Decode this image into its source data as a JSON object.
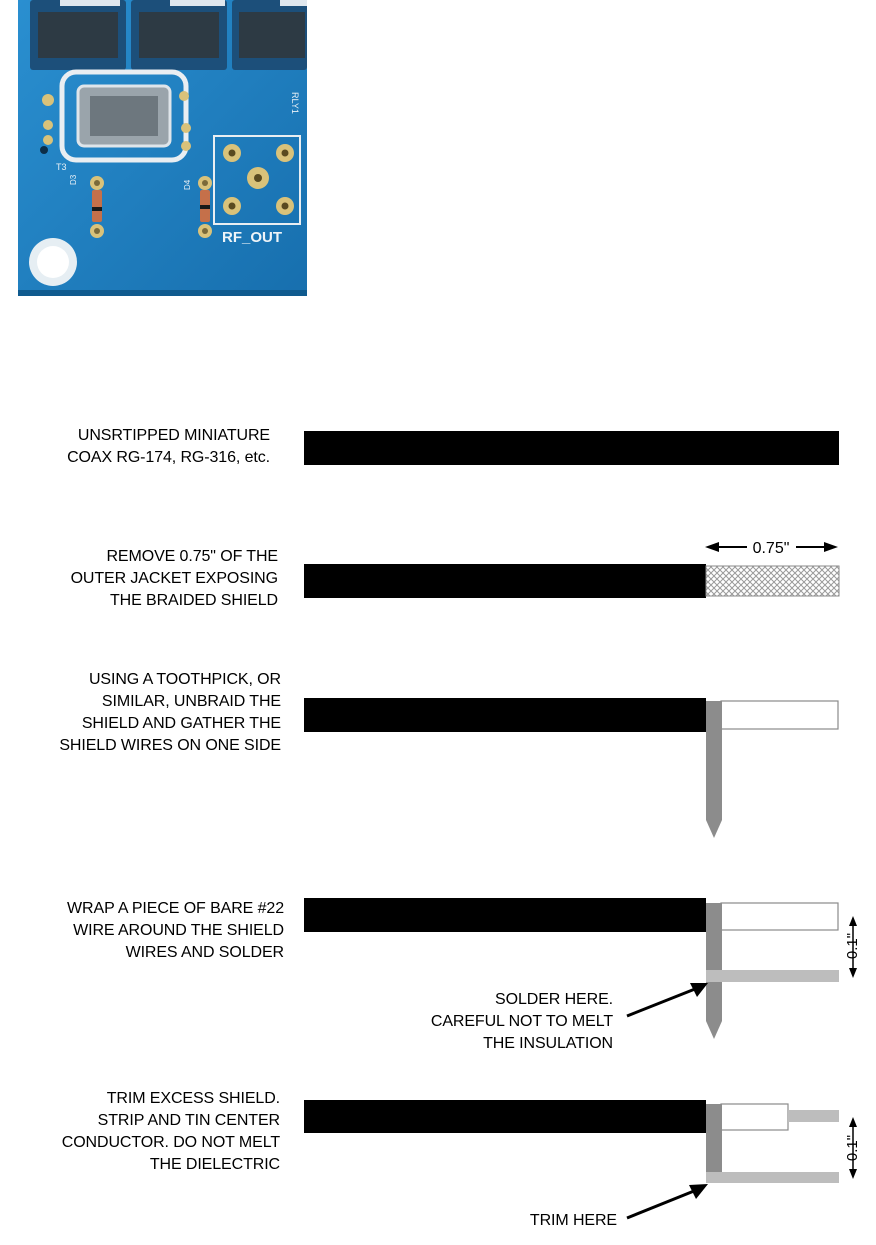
{
  "photo": {
    "silkscreen_rf_out": "RF_OUT",
    "silkscreen_t3": "T3",
    "silkscreen_d3": "D3",
    "silkscreen_d4": "D4",
    "silkscreen_rly1": "RLY1"
  },
  "steps": [
    {
      "label": "UNSRTIPPED MINIATURE\nCOAX RG-174, RG-316, etc."
    },
    {
      "label": "REMOVE 0.75\" OF THE\nOUTER JACKET EXPOSING\nTHE BRAIDED SHIELD",
      "dimension": "0.75\""
    },
    {
      "label": "USING A TOOTHPICK, OR\nSIMILAR, UNBRAID THE\nSHIELD AND GATHER THE\nSHIELD WIRES ON ONE SIDE"
    },
    {
      "label": "WRAP A PIECE OF BARE #22\nWIRE AROUND THE SHIELD\nWIRES AND SOLDER",
      "dimension": "0.1\"",
      "callout": "SOLDER HERE.\nCAREFUL NOT TO MELT\nTHE INSULATION"
    },
    {
      "label": "TRIM EXCESS SHIELD.\nSTRIP AND TIN CENTER\nCONDUCTOR. DO NOT MELT\nTHE DIELECTRIC",
      "dimension": "0.1\"",
      "callout": "TRIM HERE"
    }
  ],
  "colors": {
    "jacket": "#000000",
    "shield": "#8c8c8c",
    "bare_wire": "#bdbdbd",
    "pcb": "#1f7fbf"
  }
}
